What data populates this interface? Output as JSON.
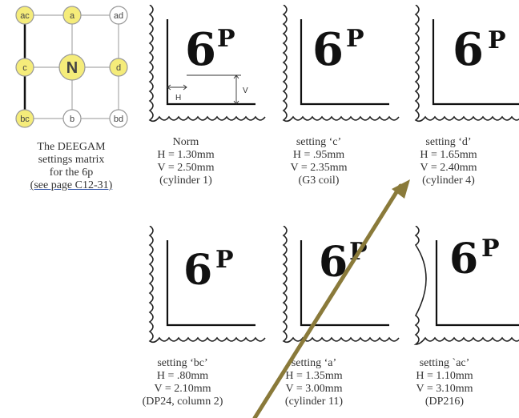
{
  "matrix": {
    "nodes": [
      {
        "id": "ac",
        "label": "ac",
        "highlighted": true
      },
      {
        "id": "a",
        "label": "a",
        "highlighted": true
      },
      {
        "id": "ad",
        "label": "ad",
        "highlighted": false
      },
      {
        "id": "c",
        "label": "c",
        "highlighted": true
      },
      {
        "id": "N",
        "label": "N",
        "highlighted": true
      },
      {
        "id": "d",
        "label": "d",
        "highlighted": true
      },
      {
        "id": "bc",
        "label": "bc",
        "highlighted": true
      },
      {
        "id": "b",
        "label": "b",
        "highlighted": false
      },
      {
        "id": "bd",
        "label": "bd",
        "highlighted": false
      }
    ],
    "caption": {
      "line1": "The DEEGAM",
      "line2": "settings matrix",
      "line3": "for the 6p",
      "link": "(see page C12-31)"
    }
  },
  "stamp_text": {
    "digit": "6",
    "sup": "P"
  },
  "dimension_labels": {
    "h": "H",
    "v": "V"
  },
  "stamps": [
    {
      "lines": [
        "Norm",
        "H = 1.30mm",
        "V = 2.50mm",
        "(cylinder 1)"
      ]
    },
    {
      "lines": [
        "setting ‘c’",
        "H =   .95mm",
        "V = 2.35mm",
        "(G3 coil)"
      ]
    },
    {
      "lines": [
        "setting ‘d’",
        "H = 1.65mm",
        "V = 2.40mm",
        "(cylinder 4)"
      ]
    },
    {
      "lines": [
        "setting ‘bc’",
        "H =   .80mm",
        "V = 2.10mm",
        "(DP24, column 2)"
      ]
    },
    {
      "lines": [
        "setting ‘a’",
        "H = 1.35mm",
        "V = 3.00mm",
        "(cylinder 11)"
      ]
    },
    {
      "lines": [
        "setting `ac’",
        "H = 1.10mm",
        "V = 3.10mm",
        "(DP216)"
      ]
    }
  ],
  "colors": {
    "highlight": "#f5ec7a",
    "node_border": "#999999",
    "arrow": "#8a7a3a"
  }
}
